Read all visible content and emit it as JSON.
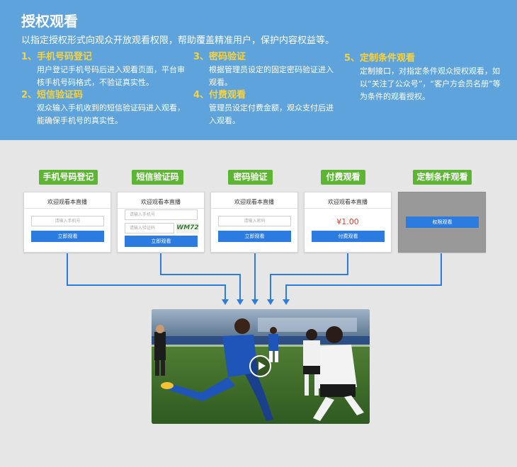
{
  "header": {
    "title": "授权观看",
    "subtitle": "以指定授权形式向观众开放观看权限，帮助覆盖精准用户，保护内容权益等。"
  },
  "features": [
    {
      "title": "1、手机号码登记",
      "desc": "用户登记手机号码后进入观看页面，平台审核手机号码格式，不验证真实性。"
    },
    {
      "title": "2、短信验证码",
      "desc": "观众输入手机收到的短信验证码进入观看，能确保手机号的真实性。"
    },
    {
      "title": "3、密码验证",
      "desc": "根据管理员设定的固定密码验证进入观看。"
    },
    {
      "title": "4、付费观看",
      "desc": "管理员设定付费金额，观众支付后进入观看。"
    },
    {
      "title": "5、定制条件观看",
      "desc": "定制接口，对指定条件观众授权观看，如以“关注了公众号”，“客户方会员名册”等为条件的观看授权。"
    }
  ],
  "tags": [
    "手机号码登记",
    "短信验证码",
    "密码验证",
    "付费观看",
    "定制条件观看"
  ],
  "cards": {
    "title": "欢迎观看本直播",
    "phone_placeholder": "请输入手机号",
    "code_placeholder": "请输入验证码",
    "captcha_text": "WM72",
    "password_placeholder": "请输入密码",
    "watch_button": "立即观看",
    "price": "¥1.00",
    "pay_button": "付费观看",
    "auth_button": "权限观看"
  },
  "colors": {
    "header_bg": "#5ea3dc",
    "feature_title": "#f7d23c",
    "tag_bg": "#5db534",
    "button_bg": "#2c7be0",
    "arrow": "#2c7be0",
    "price": "#e23b2e"
  },
  "video": {
    "play_icon": "play-icon"
  }
}
